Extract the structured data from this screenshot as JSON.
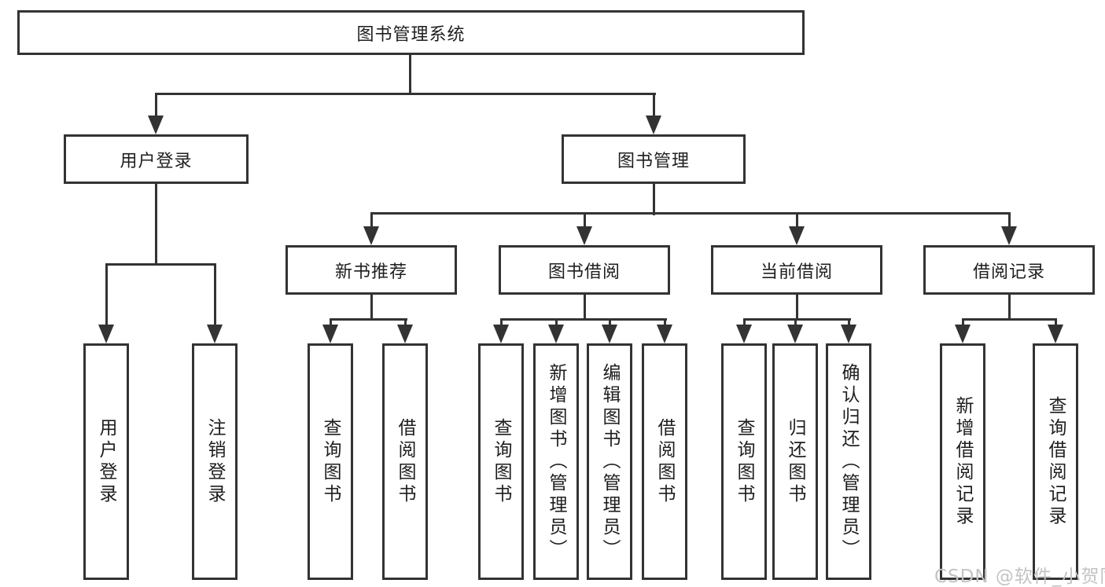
{
  "tree": {
    "root": "图书管理系统",
    "children": [
      {
        "label": "用户登录",
        "children": [
          "用户登录",
          "注销登录"
        ]
      },
      {
        "label": "图书管理",
        "children": [
          {
            "label": "新书推荐",
            "children": [
              "查询图书",
              "借阅图书"
            ]
          },
          {
            "label": "图书借阅",
            "children": [
              "查询图书",
              "新增图书（管理员）",
              "编辑图书（管理员）",
              "借阅图书"
            ]
          },
          {
            "label": "当前借阅",
            "children": [
              "查询图书",
              "归还图书",
              "确认归还（管理员）"
            ]
          },
          {
            "label": "借阅记录",
            "children": [
              "新增借阅记录",
              "查询借阅记录"
            ]
          }
        ]
      }
    ]
  },
  "watermark": {
    "text": "CSDN @软件_小贺同学"
  },
  "colors": {
    "line": "#333333",
    "text": "#1e1e1e",
    "watermark": "#c3c3c3",
    "background": "#ffffff"
  }
}
